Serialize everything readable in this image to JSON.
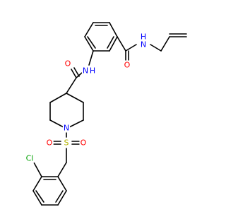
{
  "colors": {
    "background": "#ffffff",
    "bond": "#000000",
    "carbon_label": "#000000",
    "nitrogen": "#0000ff",
    "oxygen": "#ff0000",
    "sulfur": "#b3b300",
    "chlorine": "#00a000"
  },
  "atoms": {
    "amide_nh_left": {
      "label": "N",
      "sub": "H",
      "element": "N"
    },
    "amide_nh_right": {
      "label": "N",
      "sub": "H",
      "element": "N"
    },
    "carbonyl_o_left": {
      "label": "O",
      "element": "O"
    },
    "carbonyl_o_right": {
      "label": "O",
      "element": "O"
    },
    "ring_n": {
      "label": "N",
      "element": "N"
    },
    "sulfur": {
      "label": "S",
      "element": "S"
    },
    "sulfonyl_o_left": {
      "label": "O",
      "element": "O"
    },
    "sulfonyl_o_right": {
      "label": "O",
      "element": "O"
    },
    "chlorine": {
      "label": "Cl",
      "element": "Cl"
    }
  }
}
